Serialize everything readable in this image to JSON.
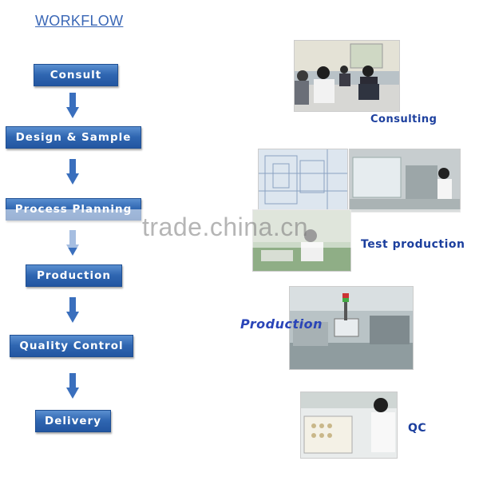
{
  "title": "WORKFLOW",
  "steps": [
    {
      "label": "Consult"
    },
    {
      "label": "Design & Sample"
    },
    {
      "label": "Process Planning"
    },
    {
      "label": "Production"
    },
    {
      "label": "Quality Control"
    },
    {
      "label": "Delivery"
    }
  ],
  "captions": {
    "consulting": "Consulting",
    "test_production": "Test production",
    "production": "Production",
    "qc": "QC"
  },
  "watermark": "trade.china.cn",
  "colors": {
    "step_fill": "#2f66b1",
    "title": "#3a67b6",
    "caption": "#1c3f9e"
  }
}
